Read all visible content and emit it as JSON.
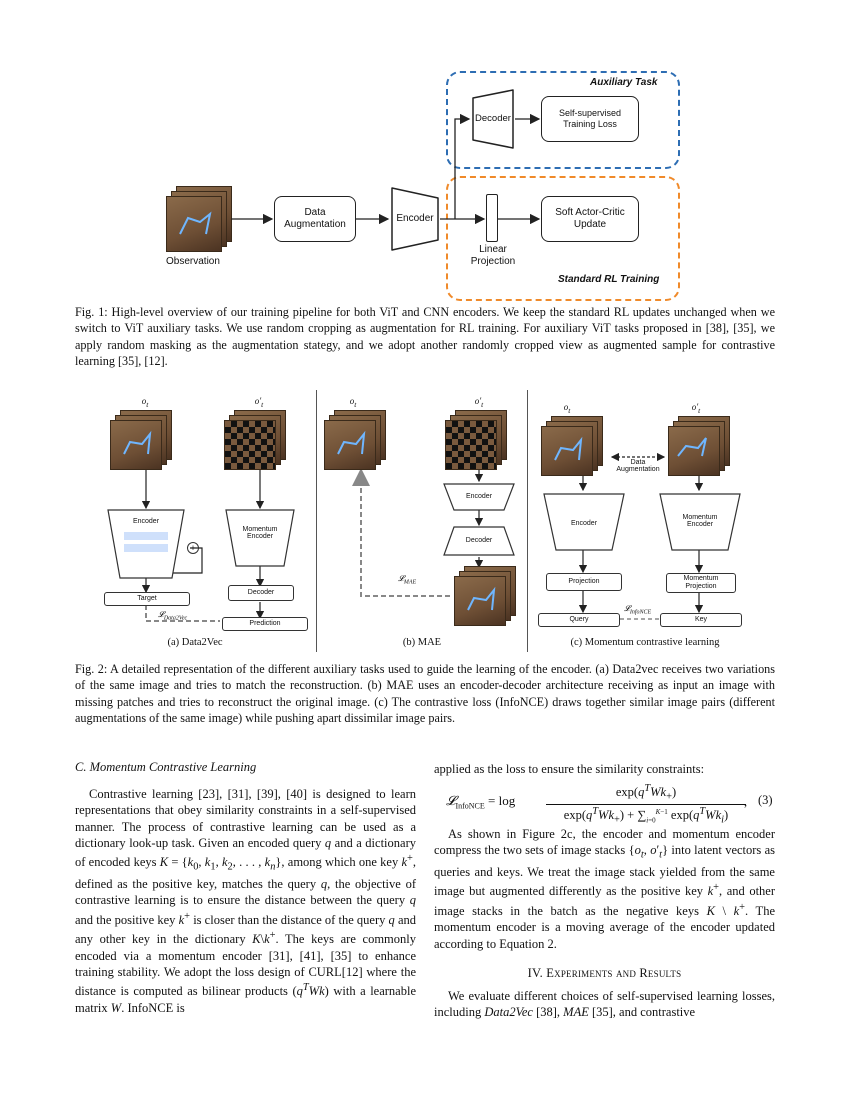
{
  "fig1": {
    "observation_label": "Observation",
    "data_aug_label": "Data Augmentation",
    "encoder_label": "Encoder",
    "decoder_label": "Decoder",
    "ssl_label": "Self-supervised Training Loss",
    "linear_proj_label": "Linear Projection",
    "sac_label": "Soft Actor-Critic Update",
    "aux_task_label": "Auxiliary Task",
    "std_rl_label": "Standard RL Training",
    "caption": "Fig. 1: High-level overview of our training pipeline for both ViT and CNN encoders. We keep the standard RL updates unchanged when we switch to ViT auxiliary tasks. We use random cropping as augmentation for RL training. For auxiliary ViT tasks proposed in [38], [35], we apply random masking as the augmentation stategy, and we adopt another randomly cropped view as augmented sample for contrastive learning [35], [12]."
  },
  "fig2": {
    "a": {
      "o_t": "o_t",
      "o_t_prime": "o'_t",
      "encoder": "Encoder",
      "momentum_encoder": "Momentum Encoder",
      "decoder": "Decoder",
      "target": "Target",
      "prediction": "Prediction",
      "loss": "L_Data2Vec",
      "caption": "(a) Data2Vec"
    },
    "b": {
      "o_t": "o_t",
      "o_t_prime": "o'_t",
      "encoder": "Encoder",
      "decoder": "Decoder",
      "loss": "L_MAE",
      "caption": "(b) MAE"
    },
    "c": {
      "o_t": "o_t",
      "o_t_prime": "o'_t",
      "data_aug": "Data Augmentation",
      "encoder": "Encoder",
      "momentum_encoder": "Momentum Encoder",
      "projection": "Projection",
      "momentum_projection": "Momentum Projection",
      "query": "Query",
      "key": "Key",
      "loss": "L_InfoNCE",
      "caption": "(c) Momentum contrastive learning"
    },
    "caption": "Fig. 2: A detailed representation of the different auxiliary tasks used to guide the learning of the encoder. (a) Data2vec receives two variations of the same image and tries to match the reconstruction. (b) MAE uses an encoder-decoder architecture receiving as input an image with missing patches and tries to reconstruct the original image. (c) The contrastive loss (InfoNCE) draws together similar image pairs (different augmentations of the same image) while pushing apart dissimilar image pairs."
  },
  "left_col": {
    "heading": "C. Momentum Contrastive Learning"
  },
  "right_col": {
    "intro": "applied as the loss to ensure the similarity constraints:",
    "eq_number": "(3)",
    "section": "IV. Experiments and Results"
  }
}
